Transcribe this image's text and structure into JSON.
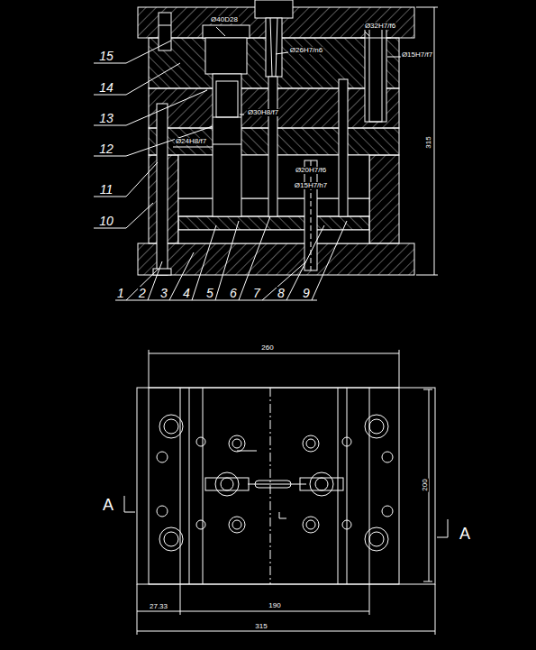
{
  "diagram": {
    "labels": [
      "Ø40D28",
      "Ø26H7/n6",
      "Ø32H7/f6",
      "Ø15H7/f7",
      "Ø30H8/f7",
      "Ø24H8/f7",
      "Ø20H7/f6",
      "Ø15H7/h7",
      "315",
      "15",
      "14",
      "13",
      "12",
      "11",
      "10",
      "1",
      "2",
      "3",
      "4",
      "5",
      "6",
      "7",
      "8",
      "9",
      "260",
      "200",
      "27.33",
      "190",
      "315",
      "A",
      "A"
    ]
  }
}
